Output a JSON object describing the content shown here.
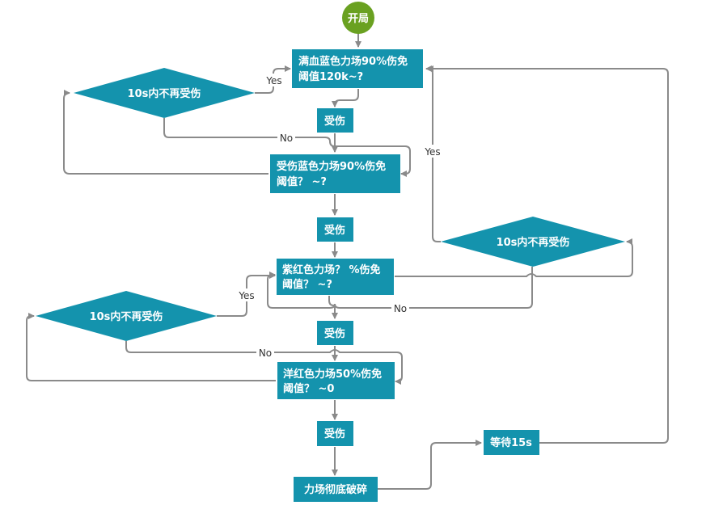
{
  "colors": {
    "node": "#1493ad",
    "start": "#6aa121",
    "edge": "#8a8a8a",
    "label_bg": "#ffffff",
    "label_text": "#333333"
  },
  "nodes": {
    "start": "开局",
    "phase1_line1": "满血蓝色力场90%伤免",
    "phase1_line2": "阈值120k~?",
    "damage1": "受伤",
    "phase2_line1": "受伤蓝色力场90%伤免",
    "phase2_line2": "阈值？ ~?",
    "damage2": "受伤",
    "phase3_line1": "紫红色力场？ %伤免",
    "phase3_line2": "阈值？ ~?",
    "damage3": "受伤",
    "phase4_line1": "洋红色力场50%伤免",
    "phase4_line2": "阈值？ ~0",
    "damage4": "受伤",
    "broken": "力场彻底破碎",
    "wait": "等待15s",
    "decision_top": "10s内不再受伤",
    "decision_right": "10s内不再受伤",
    "decision_left": "10s内不再受伤"
  },
  "edge_labels": {
    "yes_top": "Yes",
    "no_top": "No",
    "yes_right": "Yes",
    "no_right": "No",
    "yes_left": "Yes",
    "no_left": "No"
  }
}
